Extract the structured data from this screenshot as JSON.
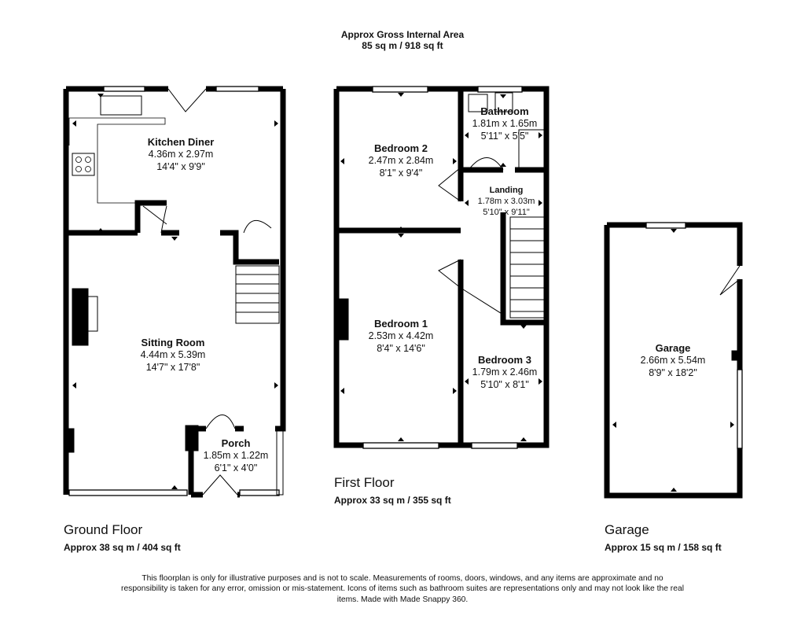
{
  "header": {
    "title": "Approx Gross Internal Area",
    "area": "85 sq m / 918 sq ft"
  },
  "floors": {
    "ground": {
      "title": "Ground Floor",
      "area": "Approx 38 sq m / 404 sq ft",
      "rooms": [
        {
          "name": "Kitchen Diner",
          "metric": "4.36m x 2.97m",
          "imperial": "14'4\" x 9'9\""
        },
        {
          "name": "Sitting Room",
          "metric": "4.44m x 5.39m",
          "imperial": "14'7\" x 17'8\""
        },
        {
          "name": "Porch",
          "metric": "1.85m x 1.22m",
          "imperial": "6'1\" x 4'0\""
        }
      ]
    },
    "first": {
      "title": "First Floor",
      "area": "Approx 33 sq m / 355 sq ft",
      "rooms": [
        {
          "name": "Bedroom 2",
          "metric": "2.47m x 2.84m",
          "imperial": "8'1\" x 9'4\""
        },
        {
          "name": "Bathroom",
          "metric": "1.81m x 1.65m",
          "imperial": "5'11\" x 5'5\""
        },
        {
          "name": "Landing",
          "metric": "1.78m x 3.03m",
          "imperial": "5'10\" x 9'11\""
        },
        {
          "name": "Bedroom 1",
          "metric": "2.53m x 4.42m",
          "imperial": "8'4\" x 14'6\""
        },
        {
          "name": "Bedroom 3",
          "metric": "1.79m x 2.46m",
          "imperial": "5'10\" x 8'1\""
        }
      ]
    },
    "garage": {
      "title": "Garage",
      "area": "Approx 15 sq m / 158 sq ft",
      "rooms": [
        {
          "name": "Garage",
          "metric": "2.66m x 5.54m",
          "imperial": "8'9\" x 18'2\""
        }
      ]
    }
  },
  "disclaimer": "This floorplan is only for illustrative purposes and is not to scale. Measurements of rooms, doors, windows, and any items are approximate and no responsibility is taken for any error, omission or mis-statement. Icons of items such as bathroom suites are representations only and may not look like the real items. Made with Made Snappy 360."
}
